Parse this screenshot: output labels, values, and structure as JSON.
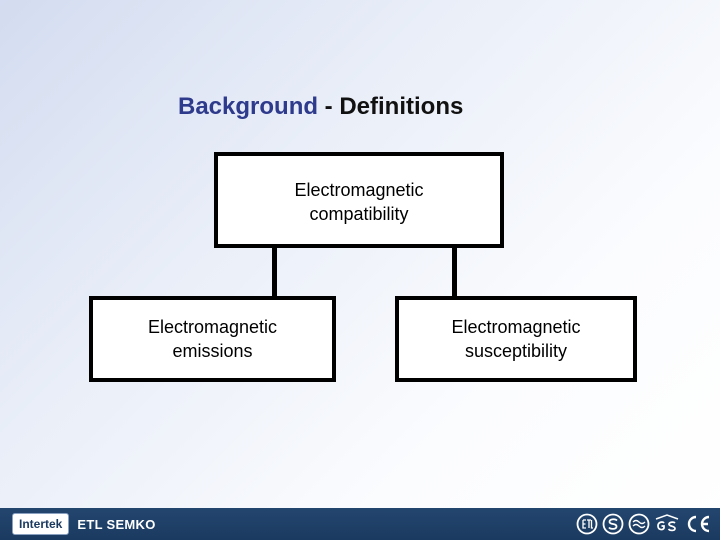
{
  "slide": {
    "title_part1": "Background",
    "title_part2": " - Definitions"
  },
  "diagram": {
    "top_box": {
      "line1": "Electromagnetic",
      "line2": "compatibility"
    },
    "left_box": {
      "line1": "Electromagnetic",
      "line2": "emissions"
    },
    "right_box": {
      "line1": "Electromagnetic",
      "line2": "susceptibility"
    }
  },
  "footer": {
    "logo_intertek": "Intertek",
    "logo_etl": "ETL SEMKO",
    "cert_marks": [
      "etl-mark-icon",
      "semko-s-mark-icon",
      "nemko-mark-icon",
      "gs-mark-icon",
      "ce-mark-icon"
    ]
  },
  "colors": {
    "title_accent": "#2e3a8c",
    "footer_bar": "#1b3a60",
    "box_border": "#000000"
  }
}
